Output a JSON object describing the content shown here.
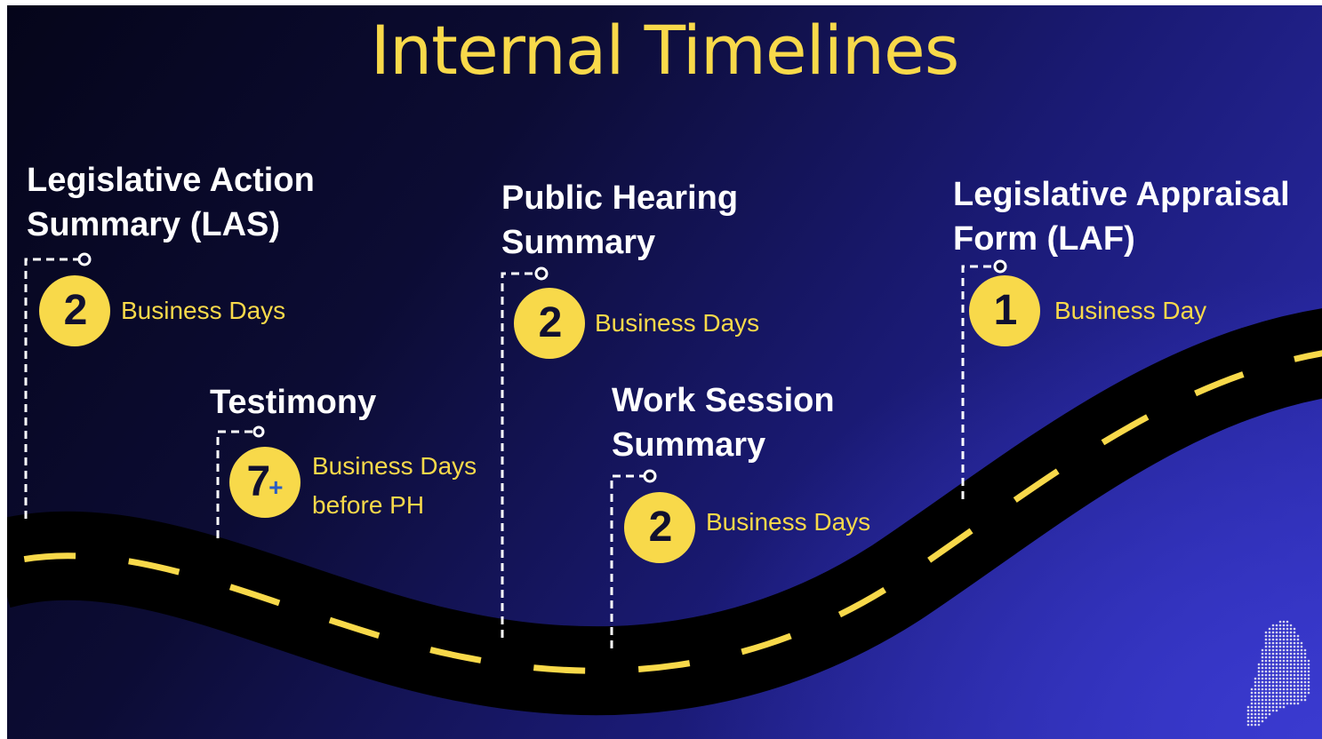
{
  "title": "Internal Timelines",
  "milestones": [
    {
      "heading": [
        "Legislative Action",
        "Summary (LAS)"
      ],
      "number": "2",
      "plus": "",
      "days": [
        "Business Days"
      ]
    },
    {
      "heading": [
        "Testimony"
      ],
      "number": "7",
      "plus": "+",
      "days": [
        "Business Days",
        "before PH"
      ]
    },
    {
      "heading": [
        "Public Hearing",
        "Summary"
      ],
      "number": "2",
      "plus": "",
      "days": [
        "Business Days"
      ]
    },
    {
      "heading": [
        "Work Session",
        "Summary"
      ],
      "number": "2",
      "plus": "",
      "days": [
        "Business Days"
      ]
    },
    {
      "heading": [
        "Legislative Appraisal",
        "Form (LAF)"
      ],
      "number": "1",
      "plus": "",
      "days": [
        "Business Day"
      ]
    }
  ],
  "colors": {
    "accent": "#f8d94a",
    "road": "#000000",
    "background_dark": "#05051a",
    "background_light": "#3a3ad0"
  },
  "icons": {
    "state_map": "maine-map-icon"
  }
}
